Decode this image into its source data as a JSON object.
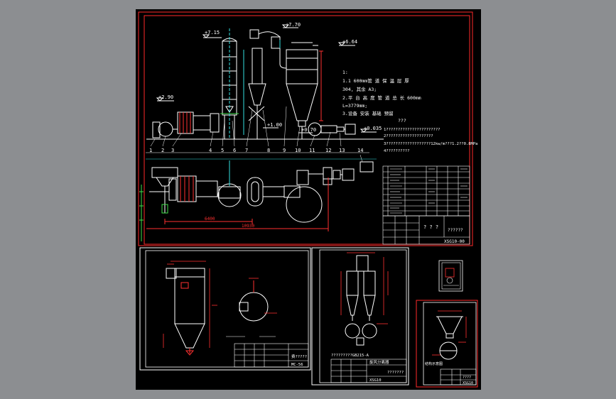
{
  "colors": {
    "background": "#8c8e91",
    "sheet": "#000000",
    "frame": "#ff2a2a",
    "drawing": "#ffffff",
    "dimension": "#ff3030",
    "centerline": "#33e0e0",
    "hatch": "#2f6cff",
    "accent_green": "#3fe04a"
  },
  "main_sheet": {
    "elevations": [
      "+7.15",
      "+7.70",
      "+6.64",
      "+2.90",
      "+1.00",
      "+0.70",
      "+0.035"
    ],
    "notes": {
      "heading": "1:",
      "lines": [
        "1.1 600mm管 道 保 温 层 厚",
        "304, 其余 A3;",
        "2.平 台 高 度 管 道 总 长 600mm",
        "L=3779mm;",
        "3.设备 安装 基础 预留"
      ],
      "mark": "???"
    },
    "tech_lines": [
      "1???????????????????????",
      "2????????????????????",
      "3???????????????????12kw/m???1.2??0.8MPa",
      "4??????????"
    ],
    "part_numbers": [
      "1",
      "2",
      "3",
      "4",
      "5",
      "6",
      "7",
      "8",
      "9",
      "10",
      "11",
      "12",
      "13",
      "14"
    ],
    "plan_dimensions": [
      "6400",
      "10930"
    ],
    "title_block": {
      "title": "? ? ?",
      "subtitle": "??????",
      "drawing_no": "XSG10-00"
    }
  },
  "sheet_a": {
    "title_block_no": "费?????",
    "drawing_no": "MC-56"
  },
  "sheet_b": {
    "caption": "?????????GB215-A",
    "title_block_name": "旋风分离器",
    "title_block_sub": "???????",
    "drawing_no": "XSG10"
  },
  "sheet_c": {
    "caption": "结构示意图",
    "title_block_sub": "????",
    "drawing_no": "XSG10"
  }
}
